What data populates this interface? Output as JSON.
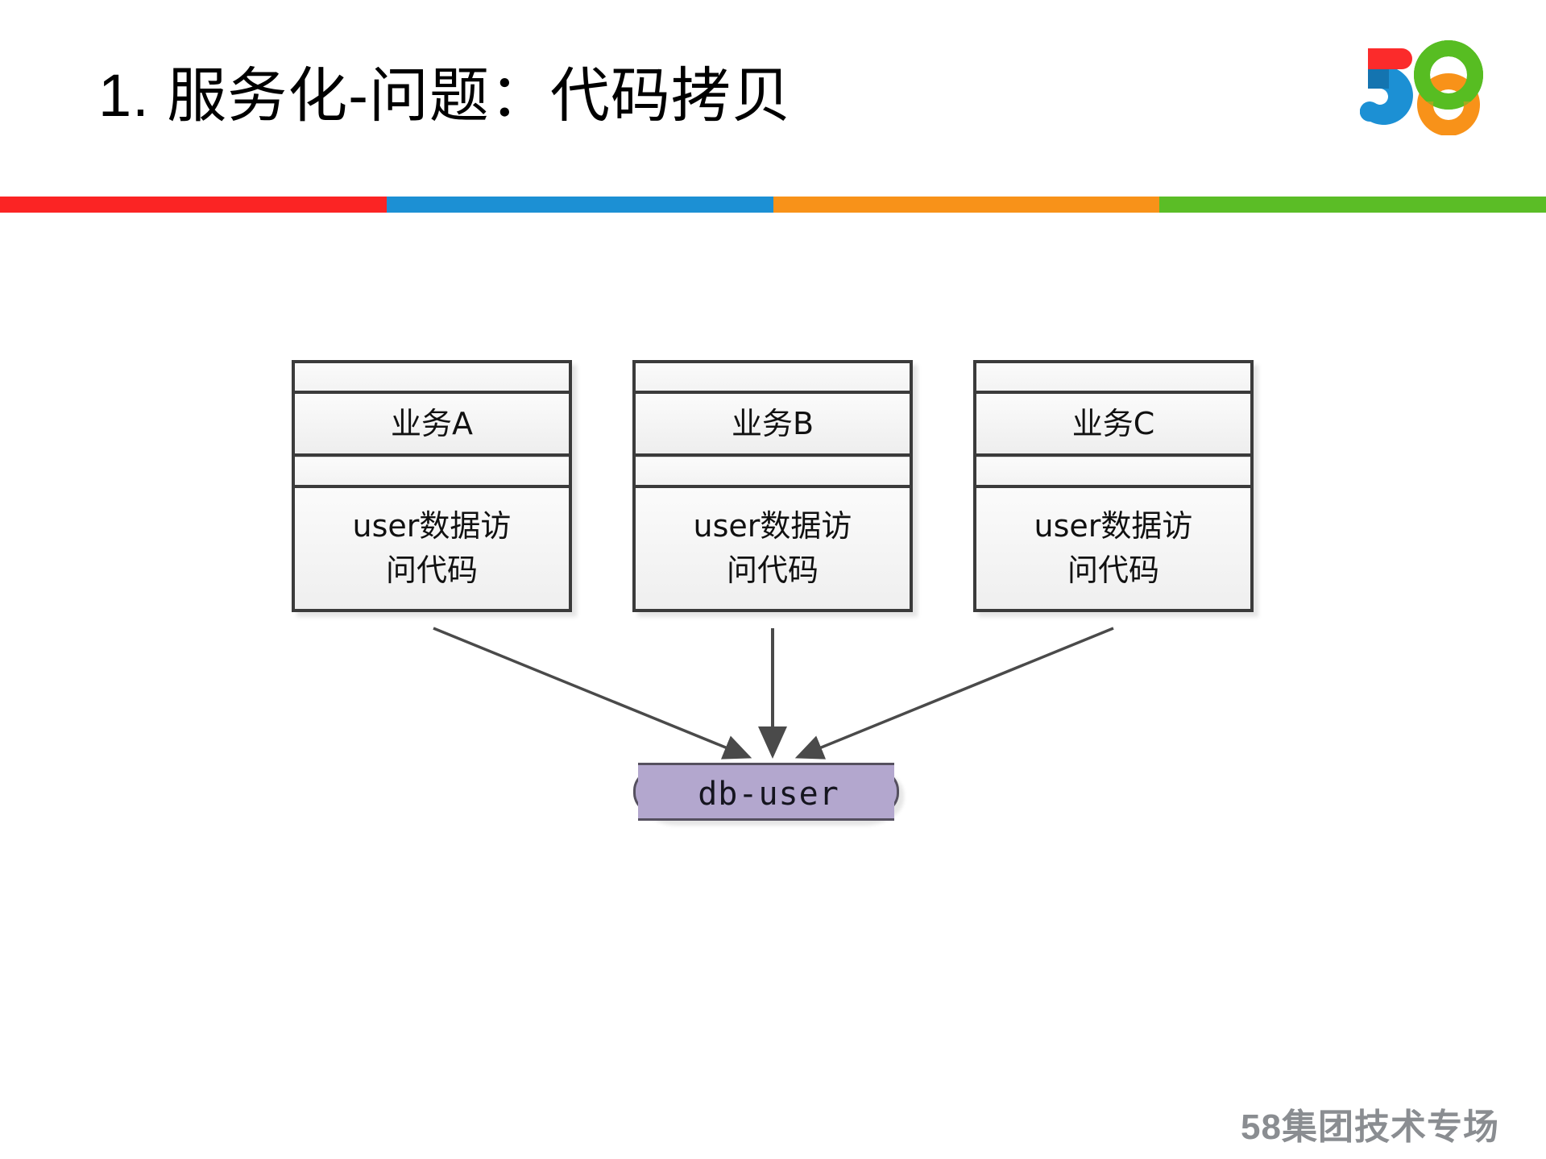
{
  "slide": {
    "title": "1. 服务化-问题：代码拷贝",
    "footer_brand": "58集团技术专场"
  },
  "brand": {
    "logo_name": "58-logo",
    "colors": {
      "red": "#fb2b2b",
      "blue": "#1c90d4",
      "green": "#57bd22",
      "green_dark": "#3d9e1c",
      "orange": "#f89219",
      "blue_dark": "#0f6ea8"
    }
  },
  "divider": {
    "segments": [
      "#fb2424",
      "#1c90d4",
      "#f89219",
      "#5bbd26"
    ]
  },
  "diagram": {
    "type": "component-dependency",
    "components": [
      {
        "id": "box-a",
        "title": "业务A",
        "body_line1": "user数据访",
        "body_line2": "问代码"
      },
      {
        "id": "box-b",
        "title": "业务B",
        "body_line1": "user数据访",
        "body_line2": "问代码"
      },
      {
        "id": "box-c",
        "title": "业务C",
        "body_line1": "user数据访",
        "body_line2": "问代码"
      }
    ],
    "datastore": {
      "id": "db-user",
      "label": "db-user",
      "fill": "#b3a7ce",
      "stroke": "#55505f"
    },
    "edges": [
      {
        "from": "box-a",
        "to": "db-user"
      },
      {
        "from": "box-b",
        "to": "db-user"
      },
      {
        "from": "box-c",
        "to": "db-user"
      }
    ],
    "edge_color": "#4a4a4a"
  }
}
